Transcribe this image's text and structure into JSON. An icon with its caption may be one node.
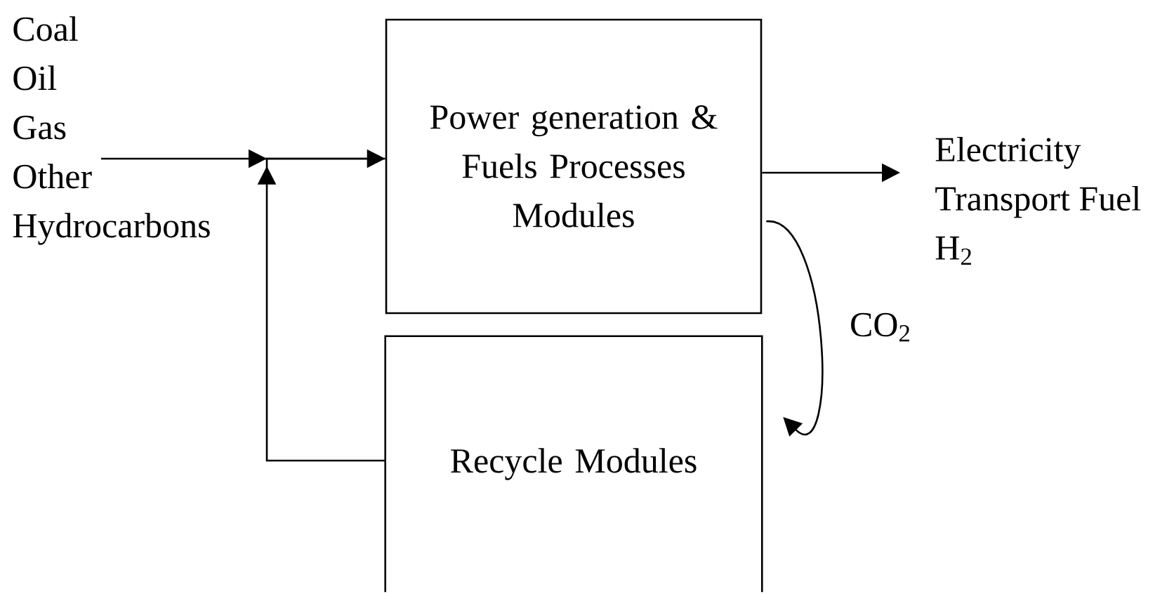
{
  "diagram": {
    "nodes": [
      {
        "text": [
          "Coal",
          "Oil",
          "Gas",
          "Other",
          "Hydrocarbons"
        ]
      },
      {
        "text": [
          "Power generation & Fuels Processes Modules"
        ]
      },
      {
        "text": [
          "Recycle Modules"
        ]
      },
      {
        "text": [
          "Electricity",
          "Transport Fuel",
          "H$_{2}$"
        ]
      }
    ],
    "edges": [
      {
        "from": 0,
        "to": 1,
        "arrow": "to"
      },
      {
        "from": 2,
        "to": 1,
        "arrow": "to"
      },
      {
        "from": 1,
        "to": 3,
        "arrow": "to"
      },
      {
        "from": 1,
        "to": 2,
        "arrow": "to",
        "label": "CO$_{2}$"
      }
    ]
  }
}
